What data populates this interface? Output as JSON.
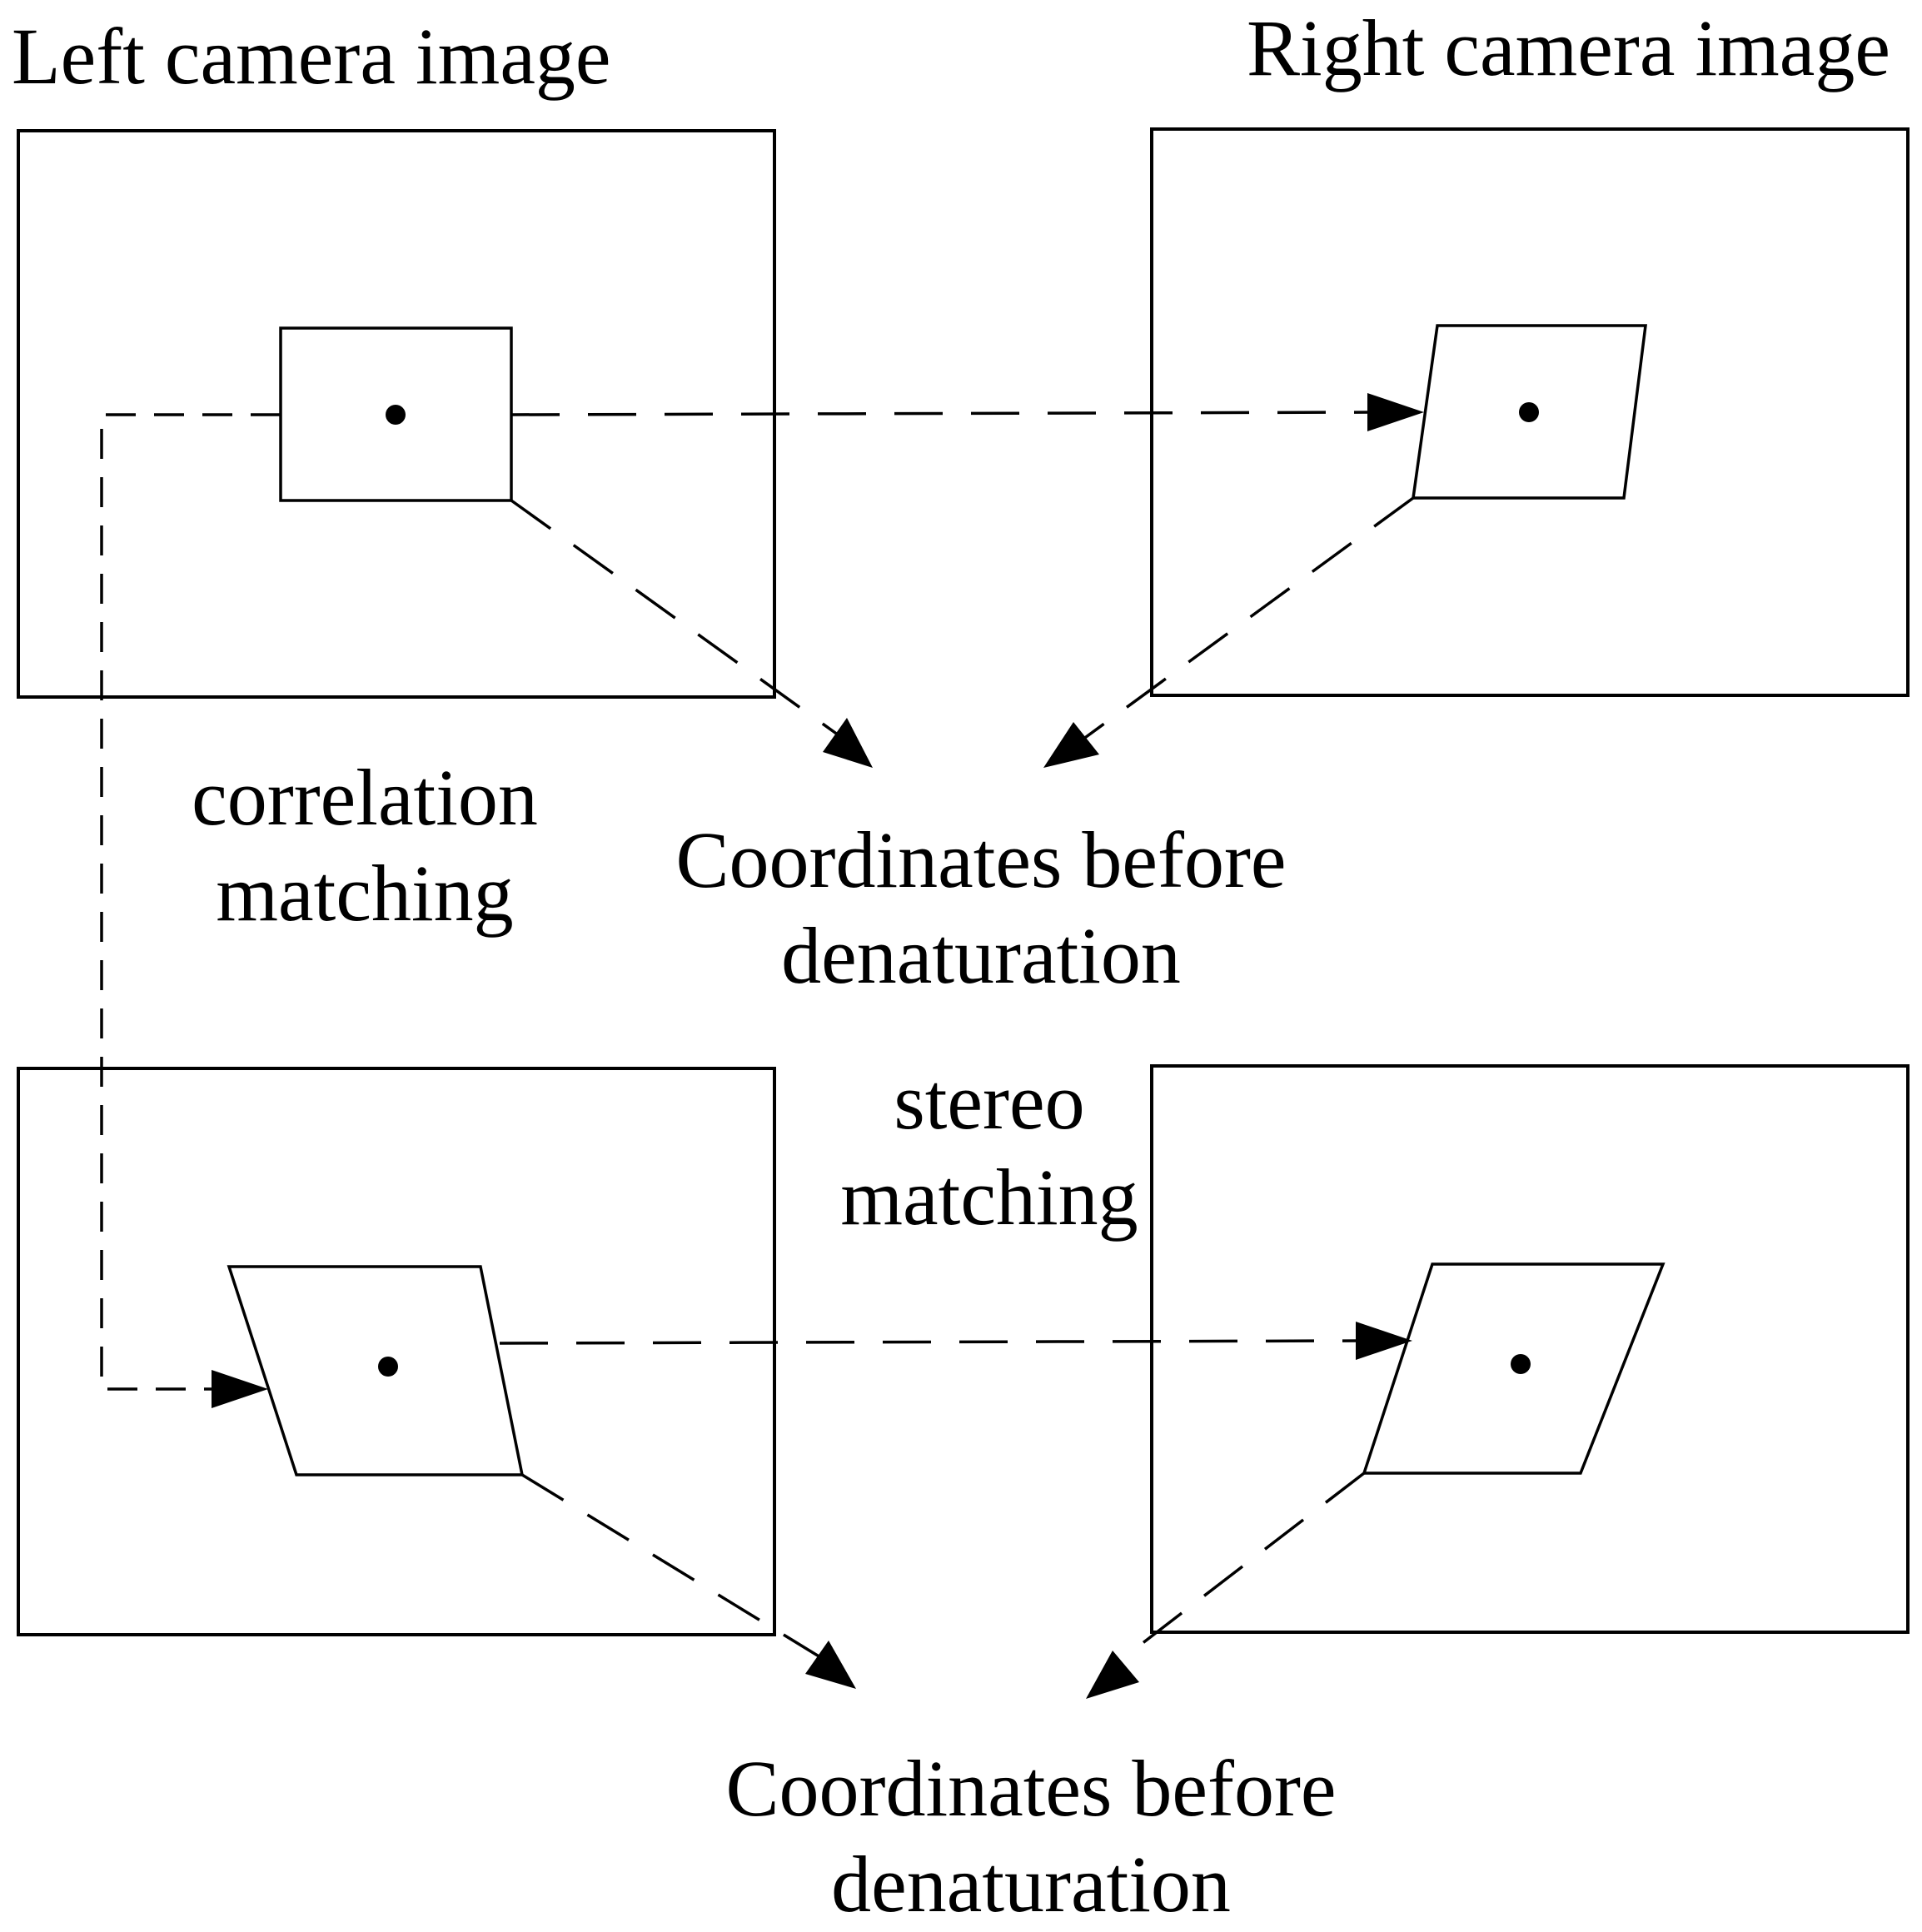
{
  "labels": {
    "left_title": "Left camera image",
    "right_title": "Right camera image",
    "correlation_line1": "correlation",
    "correlation_line2": "matching",
    "coords_top_line1": "Coordinates before",
    "coords_top_line2": "denaturation",
    "stereo_line1": "stereo",
    "stereo_line2": "matching",
    "coords_bottom_line1": "Coordinates before",
    "coords_bottom_line2": "denaturation"
  }
}
